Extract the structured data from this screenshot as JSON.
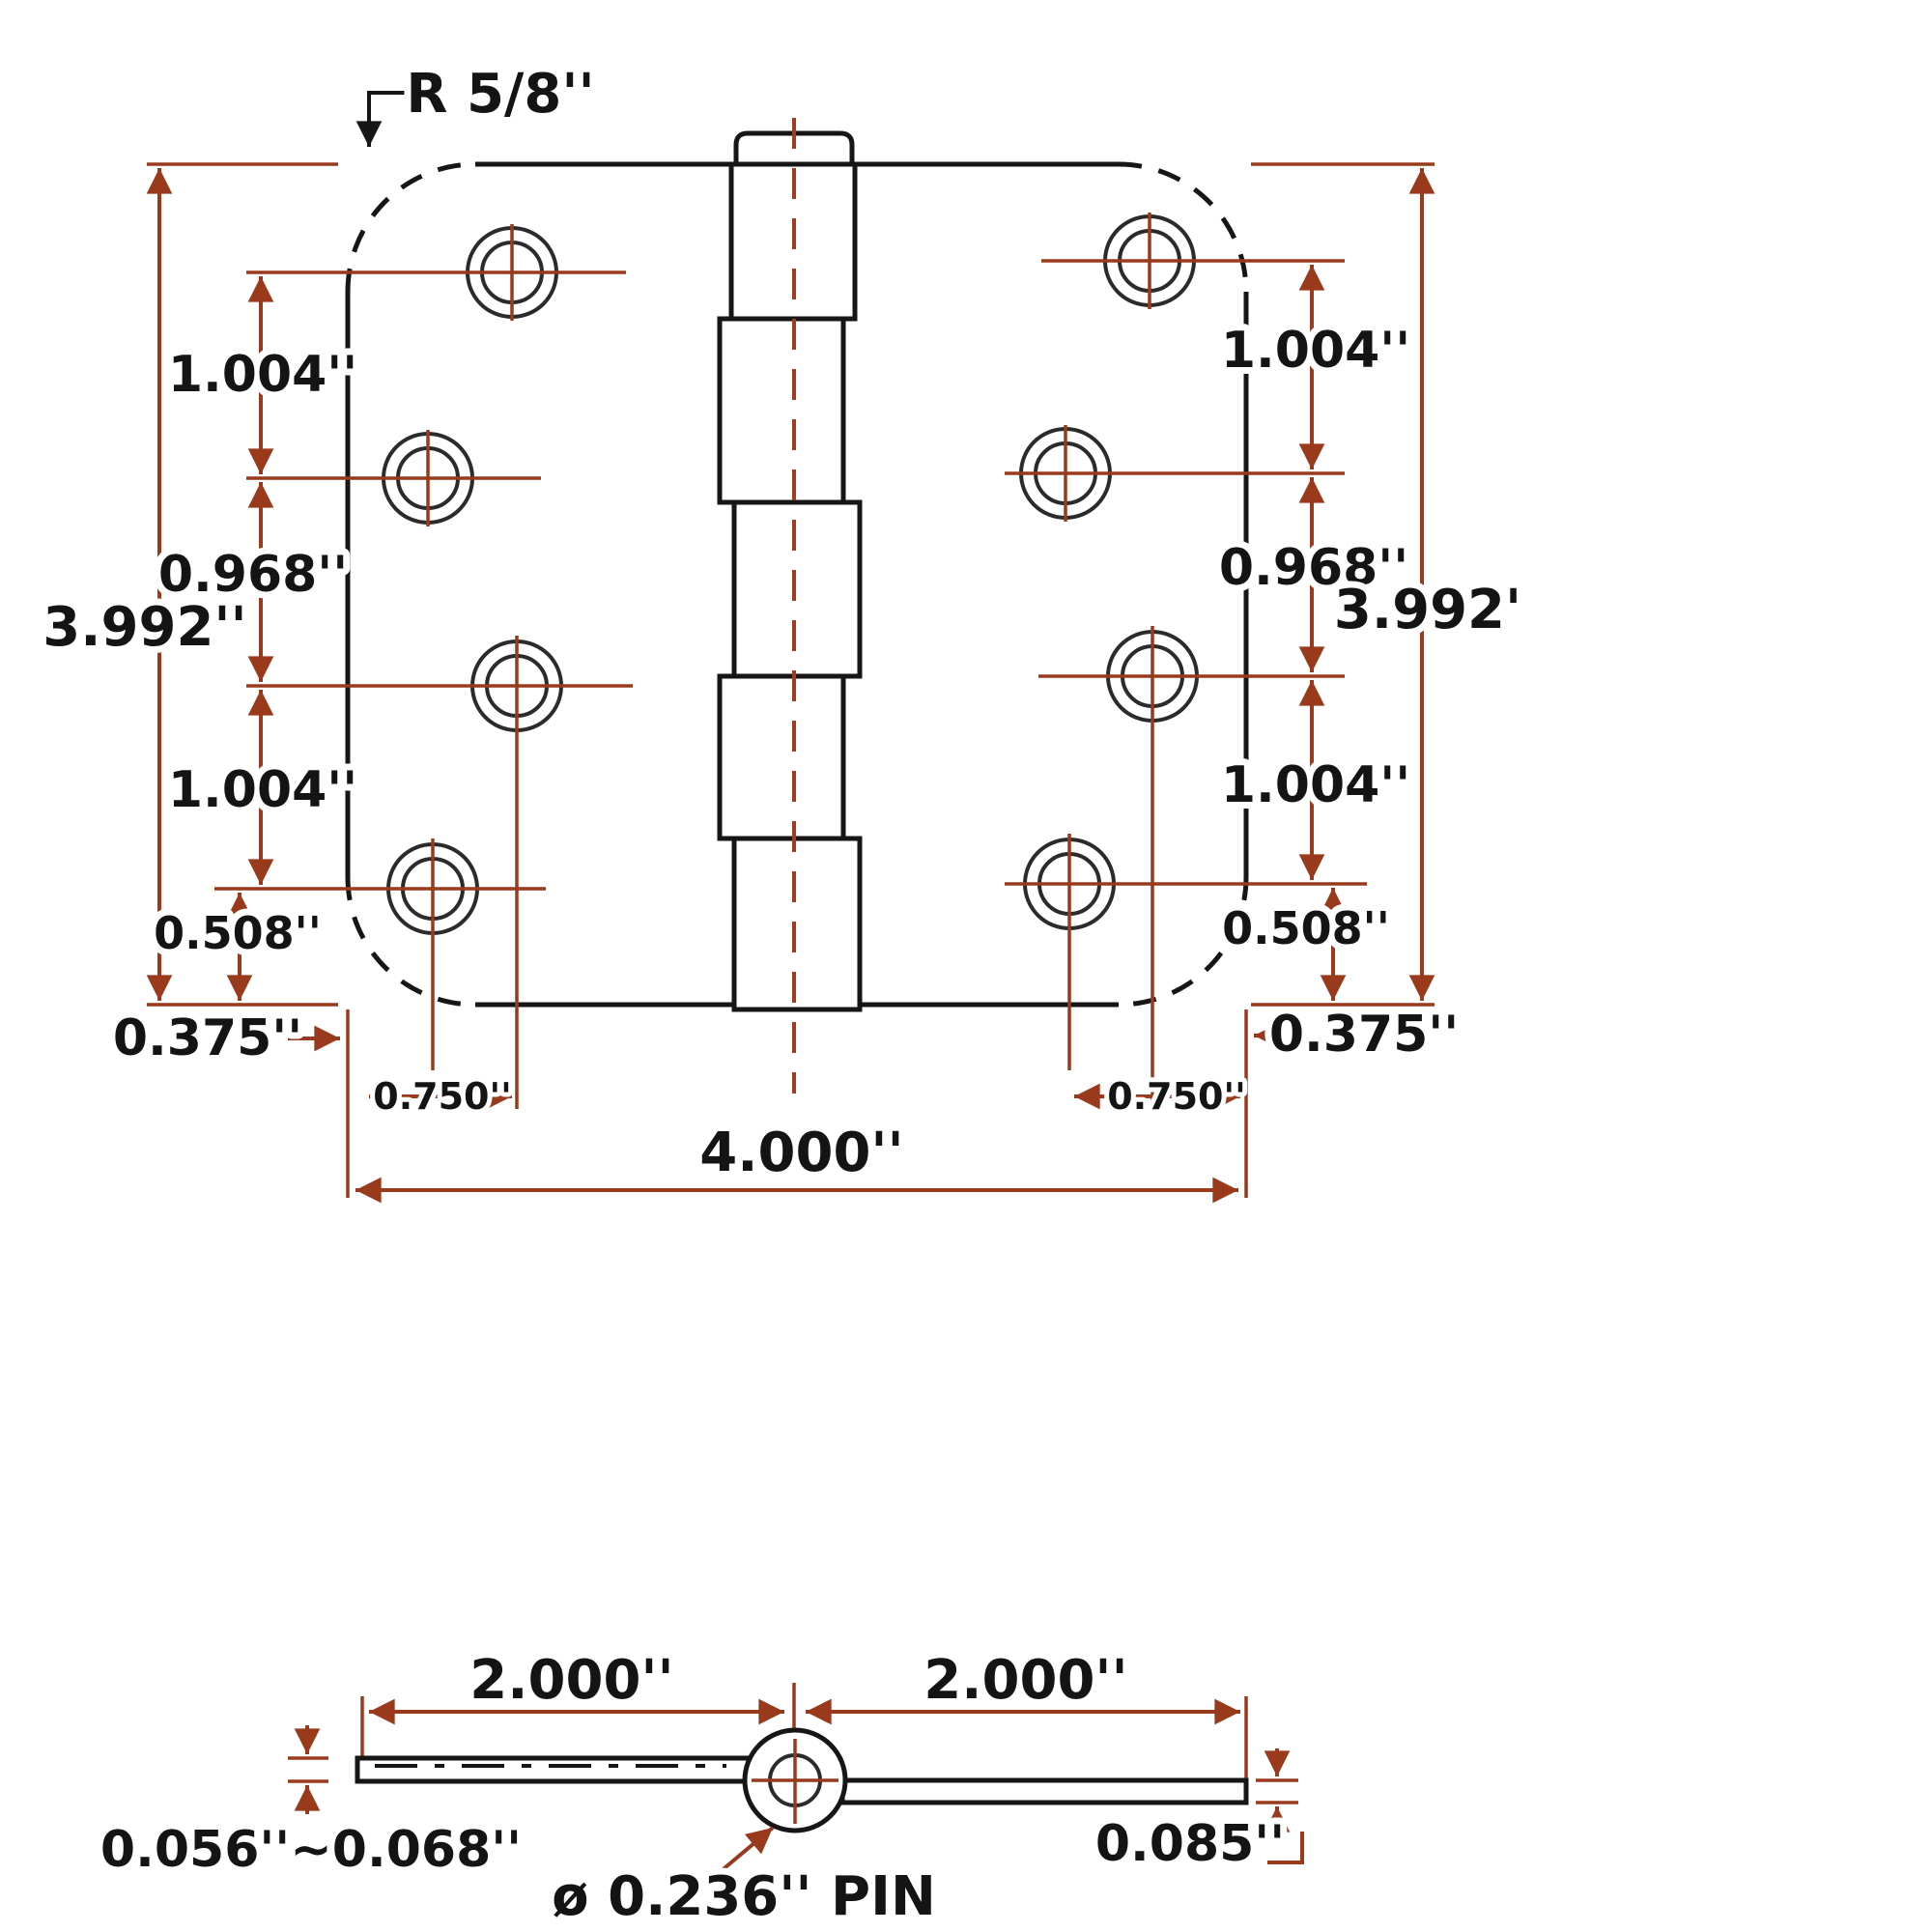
{
  "colors": {
    "dimension": "#993a1d",
    "outline": "#161616"
  },
  "labels": {
    "radius": "R 5/8''",
    "left_overall": "3.992''",
    "left_d1": "1.004''",
    "left_d2": "0.968''",
    "left_d3": "1.004''",
    "left_d4": "0.508''",
    "left_edge": "0.375''",
    "left_hole_offset": "0.750''",
    "right_overall": "3.992'",
    "right_d1": "1.004''",
    "right_d2": "0.968''",
    "right_d3": "1.004''",
    "right_d4": "0.508''",
    "right_edge": "0.375''",
    "right_hole_offset": "0.750''",
    "width_overall": "4.000''",
    "side_left_half": "2.000''",
    "side_right_half": "2.000''",
    "thickness_left": "0.056''~0.068''",
    "thickness_right": "0.085''",
    "pin": "ø 0.236'' PIN"
  }
}
